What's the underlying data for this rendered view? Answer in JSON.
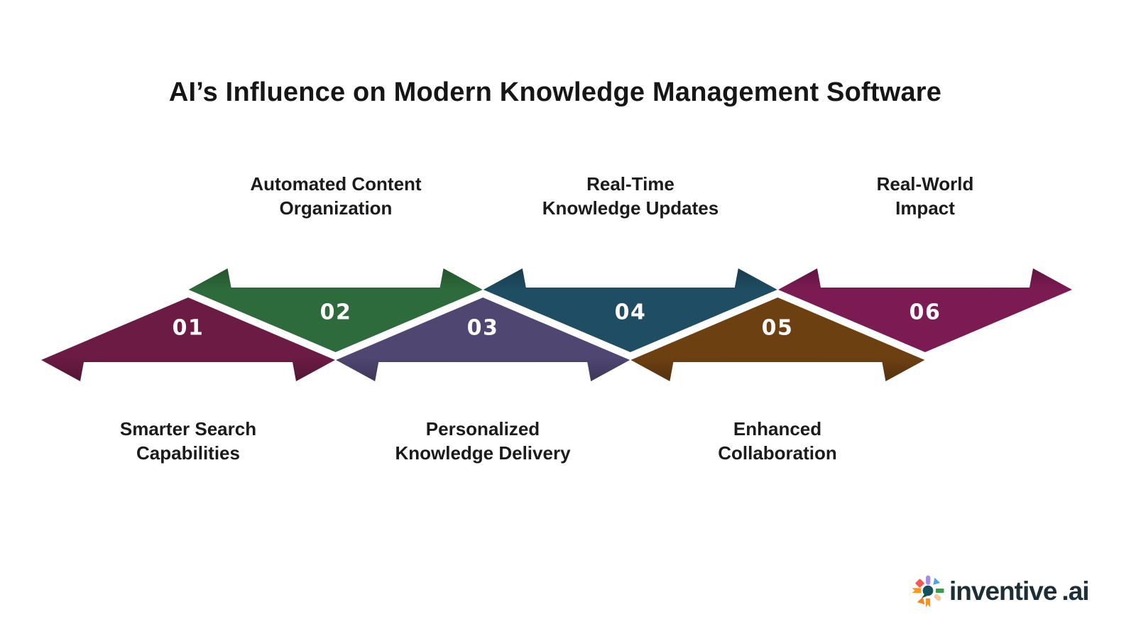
{
  "title": "AI’s Influence on Modern Knowledge Management Software",
  "diagram": {
    "steps": [
      {
        "number": "01",
        "line1": "Smarter Search",
        "line2": "Capabilities",
        "color": "#6b1b44",
        "position": "bottom"
      },
      {
        "number": "02",
        "line1": "Automated Content",
        "line2": "Organization",
        "color": "#2e6b3c",
        "position": "top"
      },
      {
        "number": "03",
        "line1": "Personalized",
        "line2": "Knowledge Delivery",
        "color": "#4f4672",
        "position": "bottom"
      },
      {
        "number": "04",
        "line1": "Real-Time",
        "line2": "Knowledge Updates",
        "color": "#1f4d63",
        "position": "top"
      },
      {
        "number": "05",
        "line1": "Enhanced",
        "line2": "Collaboration",
        "color": "#6d4012",
        "position": "bottom"
      },
      {
        "number": "06",
        "line1": "Real-World",
        "line2": "Impact",
        "color": "#7c1b53",
        "position": "top"
      }
    ]
  },
  "logo": {
    "name": "inventive",
    "dot": ".",
    "tld": "ai",
    "icon_colors": {
      "center": "#14505c",
      "north": "#a88ae8",
      "northeast": "#54a3e8",
      "east": "#3d9b50",
      "southeast": "#f6c8a2",
      "south": "#f7941d",
      "southwest": "#f58220",
      "west": "#f8961e",
      "northwest": "#ee5b57"
    }
  }
}
